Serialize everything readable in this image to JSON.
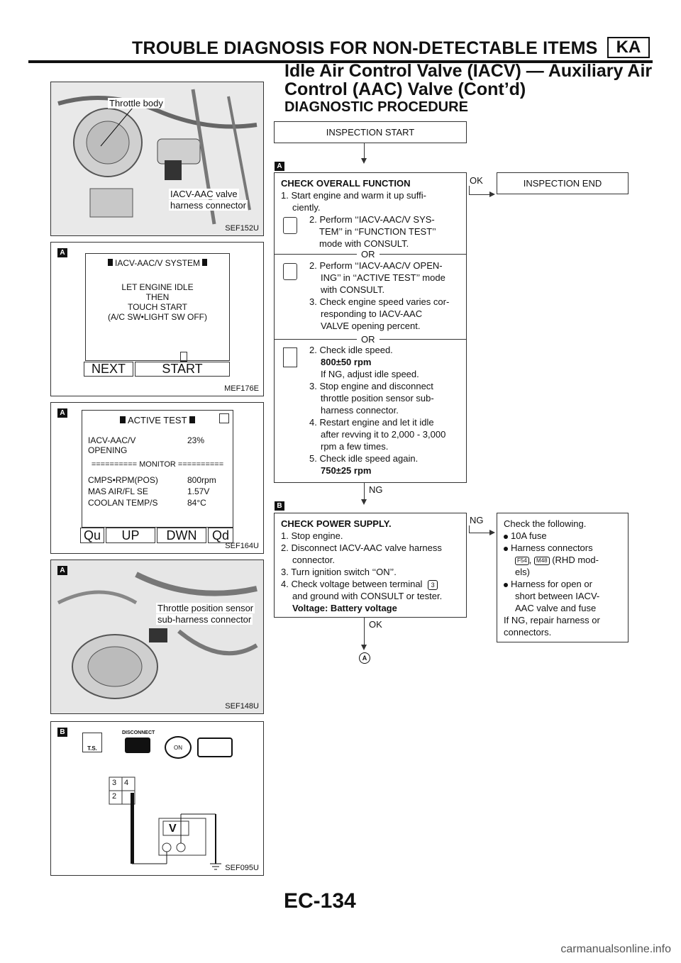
{
  "header": {
    "title": "TROUBLE DIAGNOSIS FOR NON-DETECTABLE ITEMS",
    "badge": "KA",
    "sub1": "Idle Air Control Valve (IACV) — Auxiliary Air",
    "sub2": "Control (AAC) Valve (Cont’d)"
  },
  "section_title": "DIAGNOSTIC PROCEDURE",
  "figures": {
    "fig1": {
      "label1": "Throttle body",
      "label2": "IACV-AAC valve",
      "label3": "harness connector",
      "caption": "SEF152U"
    },
    "fig2": {
      "header": "IACV-AAC/V SYSTEM",
      "l1": "LET ENGINE IDLE",
      "l2": "THEN",
      "l3": "TOUCH START",
      "l4": "(A/C SW•LIGHT SW OFF)",
      "btn1": "NEXT",
      "btn2": "START",
      "caption": "MEF176E"
    },
    "fig3": {
      "header": "ACTIVE TEST",
      "item1": "IACV-AAC/V",
      "item1b": "OPENING",
      "item1v": "23%",
      "monitor": "========== MONITOR ==========",
      "rows": [
        {
          "k": "CMPS•RPM(POS)",
          "v": "800rpm"
        },
        {
          "k": "MAS AIR/FL SE",
          "v": "1.57V"
        },
        {
          "k": "COOLAN TEMP/S",
          "v": "84°C"
        }
      ],
      "btns": [
        "Qu",
        "UP",
        "DWN",
        "Qd"
      ],
      "caption": "SEF164U"
    },
    "fig4": {
      "label1": "Throttle position sensor",
      "label2": "sub-harness connector",
      "caption": "SEF148U"
    },
    "fig5": {
      "disconnect": "DISCONNECT",
      "on": "ON",
      "ts": "T.S.",
      "pin1": "4",
      "pin2": "3",
      "pin3": "2",
      "meter": "V",
      "caption": "SEF095U"
    }
  },
  "flow": {
    "start": "INSPECTION START",
    "end": "INSPECTION END",
    "badgeA": "A",
    "badgeB": "B",
    "ok": "OK",
    "ng": "NG",
    "or": "OR",
    "check1": {
      "title": "CHECK OVERALL FUNCTION",
      "s1": "1. Start engine and warm it up suffi-",
      "s1b": "ciently.",
      "s2a": "2. Perform ‘‘IACV-AAC/V SYS-",
      "s2b": "TEM’’ in ‘‘FUNCTION TEST’’",
      "s2c": "mode with CONSULT.",
      "s3a": "2. Perform ‘‘IACV-AAC/V OPEN-",
      "s3b": "ING’’ in ‘‘ACTIVE TEST’’ mode",
      "s3c": "with CONSULT.",
      "s3d": "3. Check engine speed varies cor-",
      "s3e": "responding to IACV-AAC",
      "s3f": "VALVE opening percent.",
      "s4a": "2. Check idle speed.",
      "s4b": "800±50 rpm",
      "s4c": "If NG, adjust idle speed.",
      "s4d": "3. Stop engine and disconnect",
      "s4e": "throttle position sensor sub-",
      "s4f": "harness connector.",
      "s4g": "4. Restart engine and let it idle",
      "s4h": "after revving it to 2,000 - 3,000",
      "s4i": "rpm a few times.",
      "s4j": "5. Check idle speed again.",
      "s4k": "750±25 rpm"
    },
    "check2": {
      "title": "CHECK POWER SUPPLY.",
      "s1": "1. Stop engine.",
      "s2a": "2. Disconnect IACV-AAC valve harness",
      "s2b": "connector.",
      "s3": "3. Turn ignition switch ‘‘ON’’.",
      "s4a": "4. Check voltage between terminal",
      "s4b": "and ground with CONSULT or tester.",
      "s4c": "Voltage: Battery voltage",
      "terminal": "3"
    },
    "check_following": {
      "title": "Check the following.",
      "b1": "10A fuse",
      "b2": "Harness connectors",
      "c1": "F54",
      "c2": "M48",
      "b2c": "(RHD mod-",
      "b2d": "els)",
      "b3a": "Harness for open or",
      "b3b": "short between IACV-",
      "b3c": "AAC valve and fuse",
      "n1": "If NG, repair harness or",
      "n2": "connectors."
    },
    "goto": "A"
  },
  "page_number": "EC-134",
  "footer": "carmanualsonline.info"
}
